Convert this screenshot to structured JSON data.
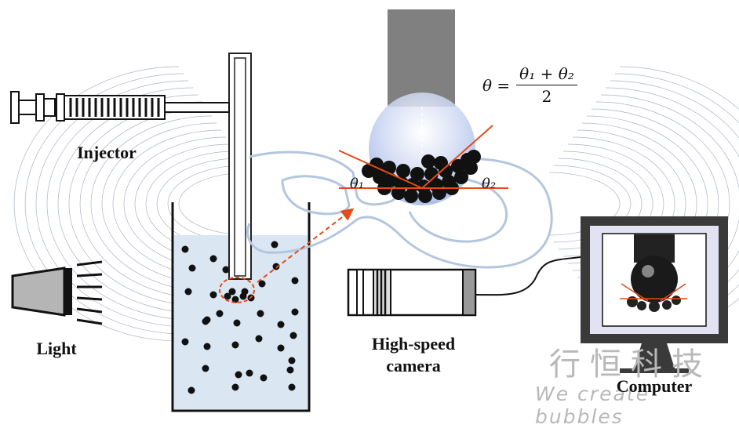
{
  "labels": {
    "injector": "Injector",
    "light": "Light",
    "camera_line1": "High-speed",
    "camera_line2": "camera",
    "computer": "Computer"
  },
  "formula": {
    "lhs": "θ =",
    "numerator": "θ₁ + θ₂",
    "denominator": "2"
  },
  "angle_labels": {
    "theta1": "θ₁",
    "theta2": "θ₂"
  },
  "watermark": {
    "chinese": "行恒科技",
    "english": "We create bubbles"
  },
  "colors": {
    "liquid": "#dbe6f3",
    "camera_body": "#808080",
    "glow": "#b9c8ec",
    "field_lines": "#8e9ab0",
    "tube_outline": "#b4c6de",
    "contact_lines": "#e64a19",
    "monitor_frame": "#3a3a3a",
    "monitor_bezel": "#e1e3f3"
  },
  "icons": [
    "syringe-icon",
    "light-source-icon",
    "camera-lens-icon",
    "monitor-icon"
  ]
}
